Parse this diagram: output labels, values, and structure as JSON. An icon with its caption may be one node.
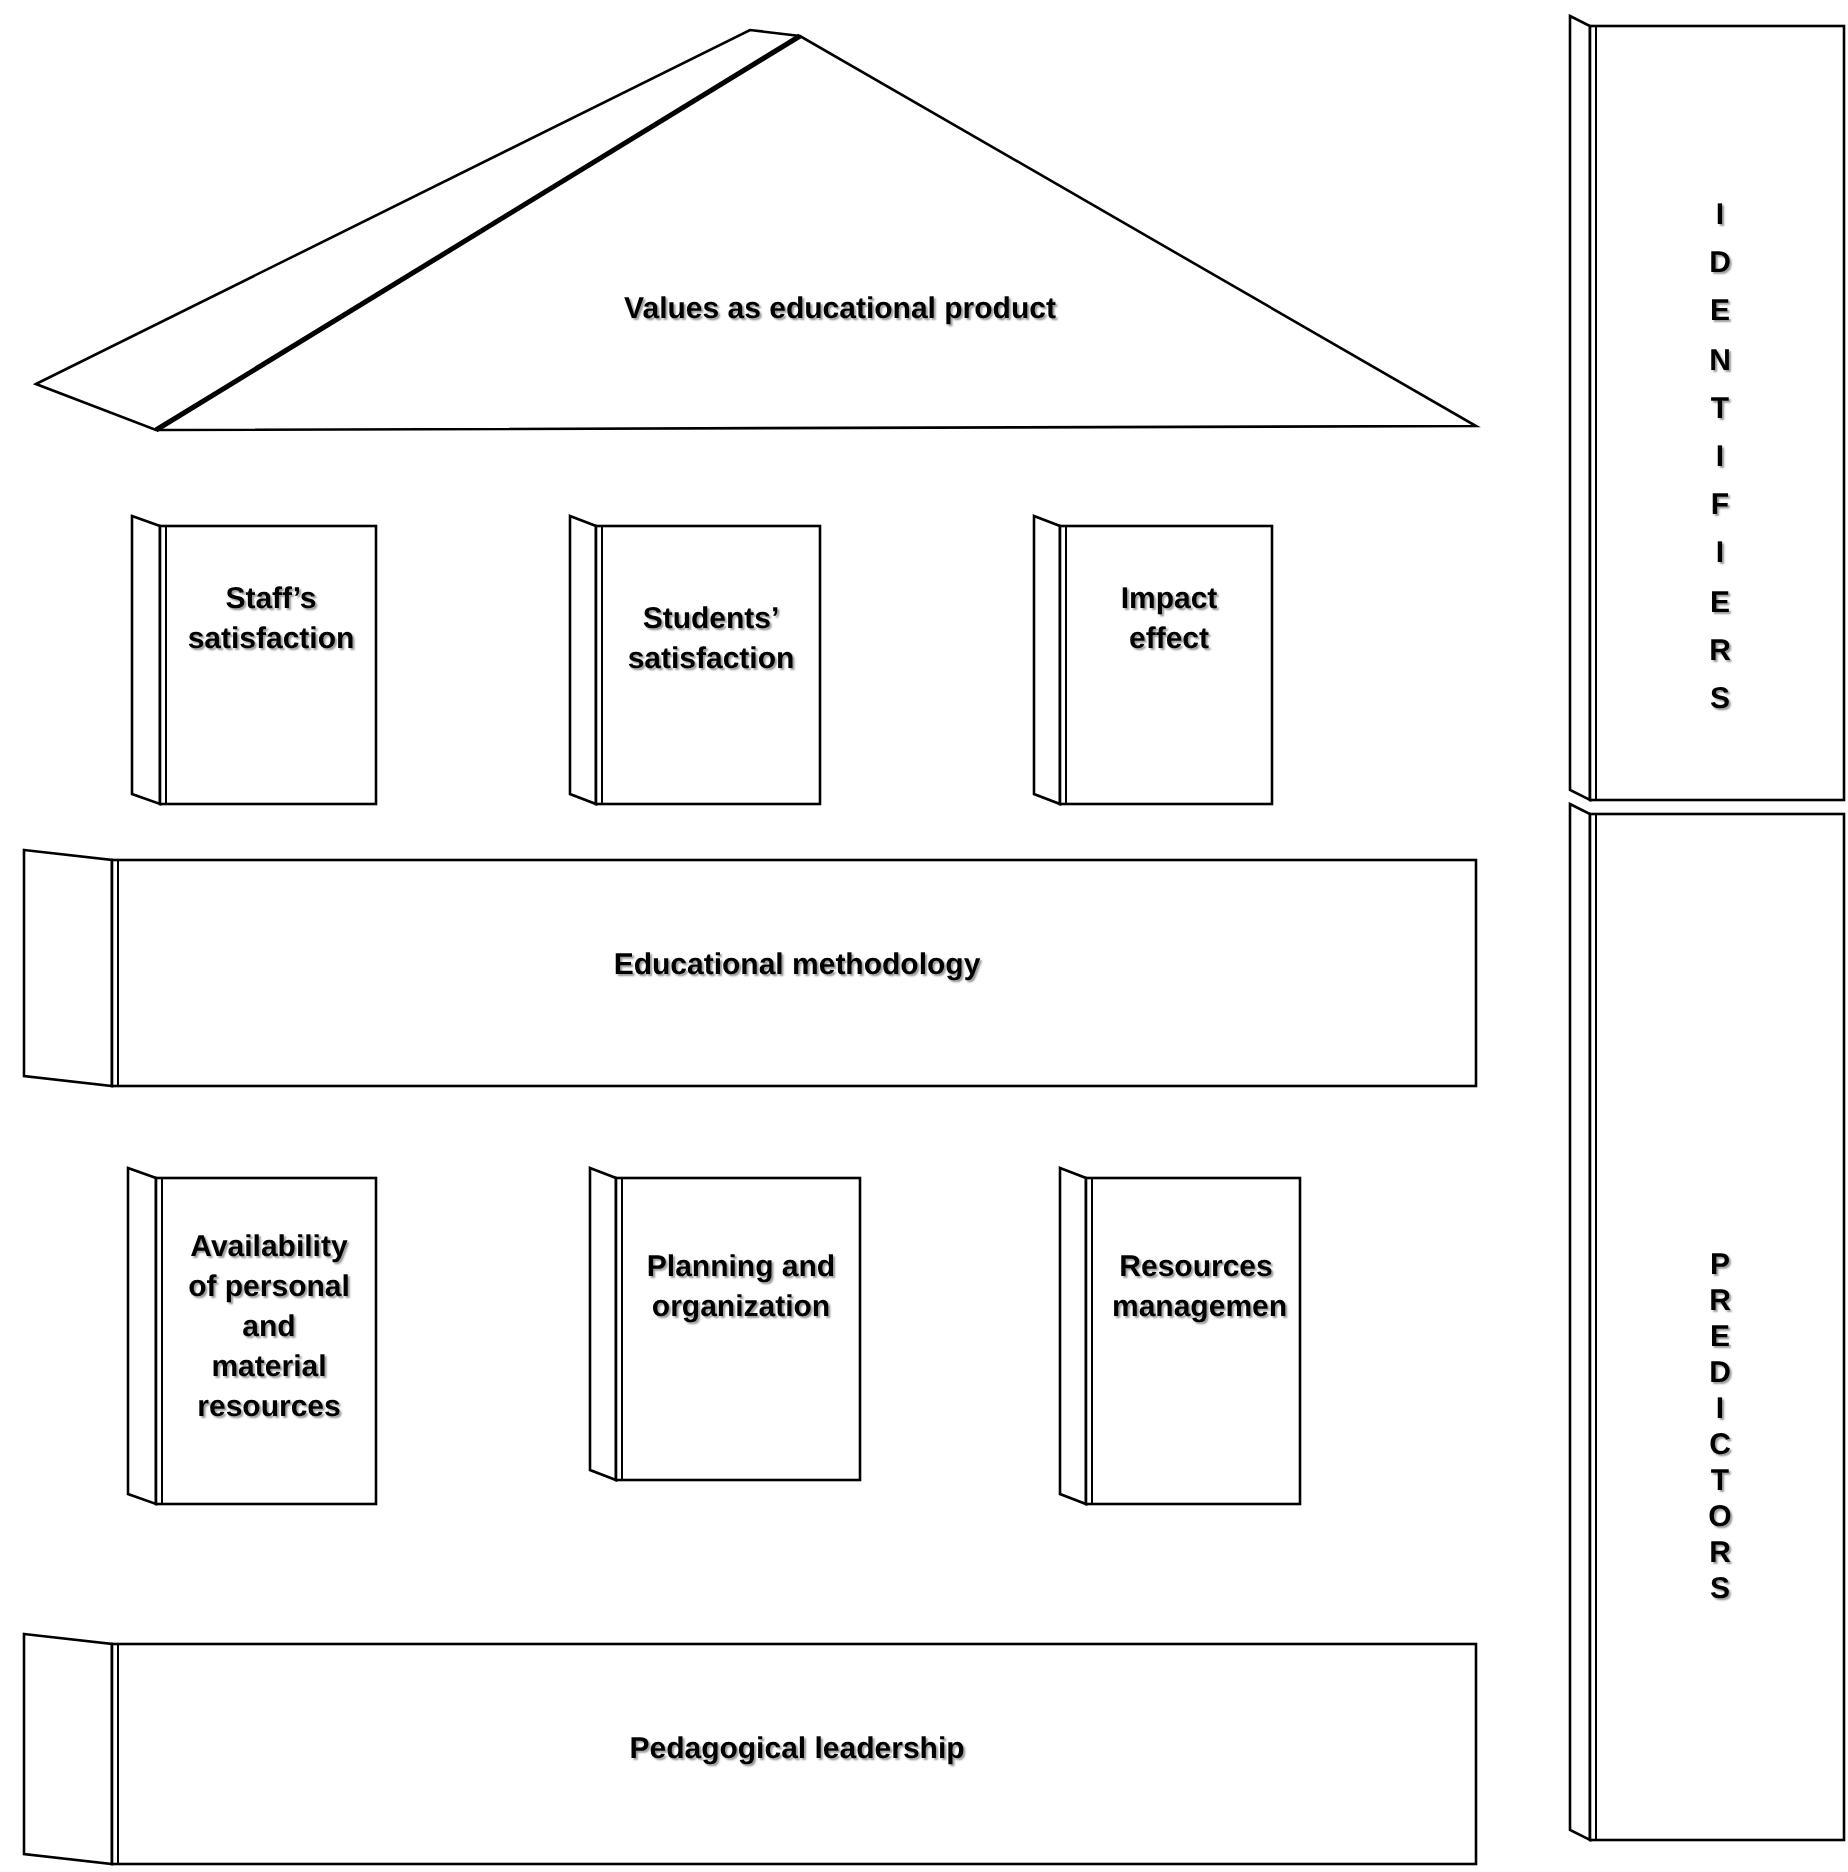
{
  "diagram": {
    "nodes": [
      {
        "text": [
          "Values as educational product"
        ]
      },
      {
        "text": [
          "Staff’s satisfaction"
        ]
      },
      {
        "text": [
          "Students’ satisfaction"
        ]
      },
      {
        "text": [
          "Impact effect"
        ]
      },
      {
        "text": [
          "Educational methodology"
        ]
      },
      {
        "text": [
          "Availability of personal and material resources"
        ]
      },
      {
        "text": [
          "Planning and organization"
        ]
      },
      {
        "text": [
          "Resources managemen"
        ]
      },
      {
        "text": [
          "Pedagogical leadership"
        ]
      },
      {
        "text": [
          "IDENTIFIERS"
        ]
      },
      {
        "text": [
          "PREDICTORS"
        ]
      }
    ]
  }
}
